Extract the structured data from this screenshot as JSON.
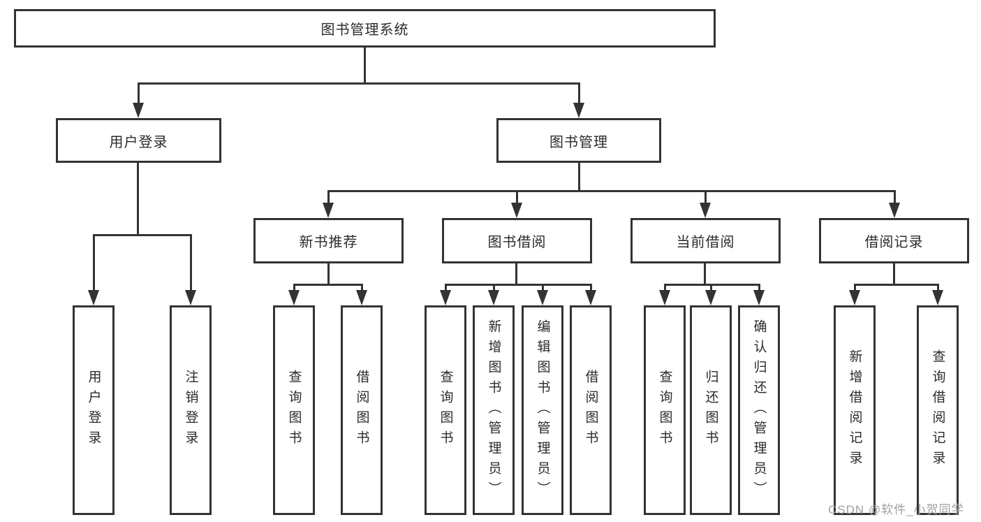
{
  "tree": {
    "root": {
      "label": "图书管理系统"
    },
    "branches": [
      {
        "label": "用户登录",
        "leaves": [
          "用户登录",
          "注销登录"
        ]
      },
      {
        "label": "图书管理",
        "groups": [
          {
            "label": "新书推荐",
            "leaves": [
              "查询图书",
              "借阅图书"
            ]
          },
          {
            "label": "图书借阅",
            "leaves": [
              "查询图书",
              "新增图书（管理员）",
              "编辑图书（管理员）",
              "借阅图书"
            ]
          },
          {
            "label": "当前借阅",
            "leaves": [
              "查询图书",
              "归还图书",
              "确认归还（管理员）"
            ]
          },
          {
            "label": "借阅记录",
            "leaves": [
              "新增借阅记录",
              "查询借阅记录"
            ]
          }
        ]
      }
    ]
  },
  "watermark": {
    "text": "CSDN @软件_小贺同学"
  },
  "colors": {
    "line": "#333333",
    "text": "#2b2b2b",
    "watermark": "#a0a0a0",
    "background": "#ffffff"
  }
}
